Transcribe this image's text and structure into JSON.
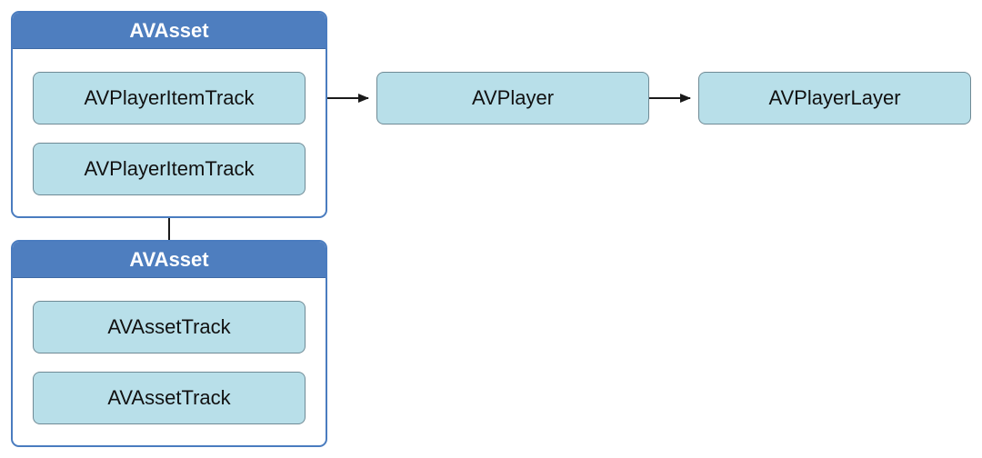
{
  "groups": {
    "player_item": {
      "title": "AVAsset",
      "tracks": [
        "AVPlayerItemTrack",
        "AVPlayerItemTrack"
      ]
    },
    "asset": {
      "title": "AVAsset",
      "tracks": [
        "AVAssetTrack",
        "AVAssetTrack"
      ]
    }
  },
  "nodes": {
    "player": "AVPlayer",
    "player_layer": "AVPlayerLayer"
  },
  "colors": {
    "header_blue": "#4e7ebf",
    "group_border": "#4a7cbf",
    "node_fill": "#b8dfe9",
    "node_border": "#6f8a95",
    "arrow": "#1a1a1a"
  },
  "edges": [
    {
      "from": "player_item",
      "to": "player",
      "type": "arrow"
    },
    {
      "from": "player",
      "to": "player_layer",
      "type": "arrow"
    },
    {
      "from": "player_item",
      "to": "asset",
      "type": "line"
    }
  ]
}
